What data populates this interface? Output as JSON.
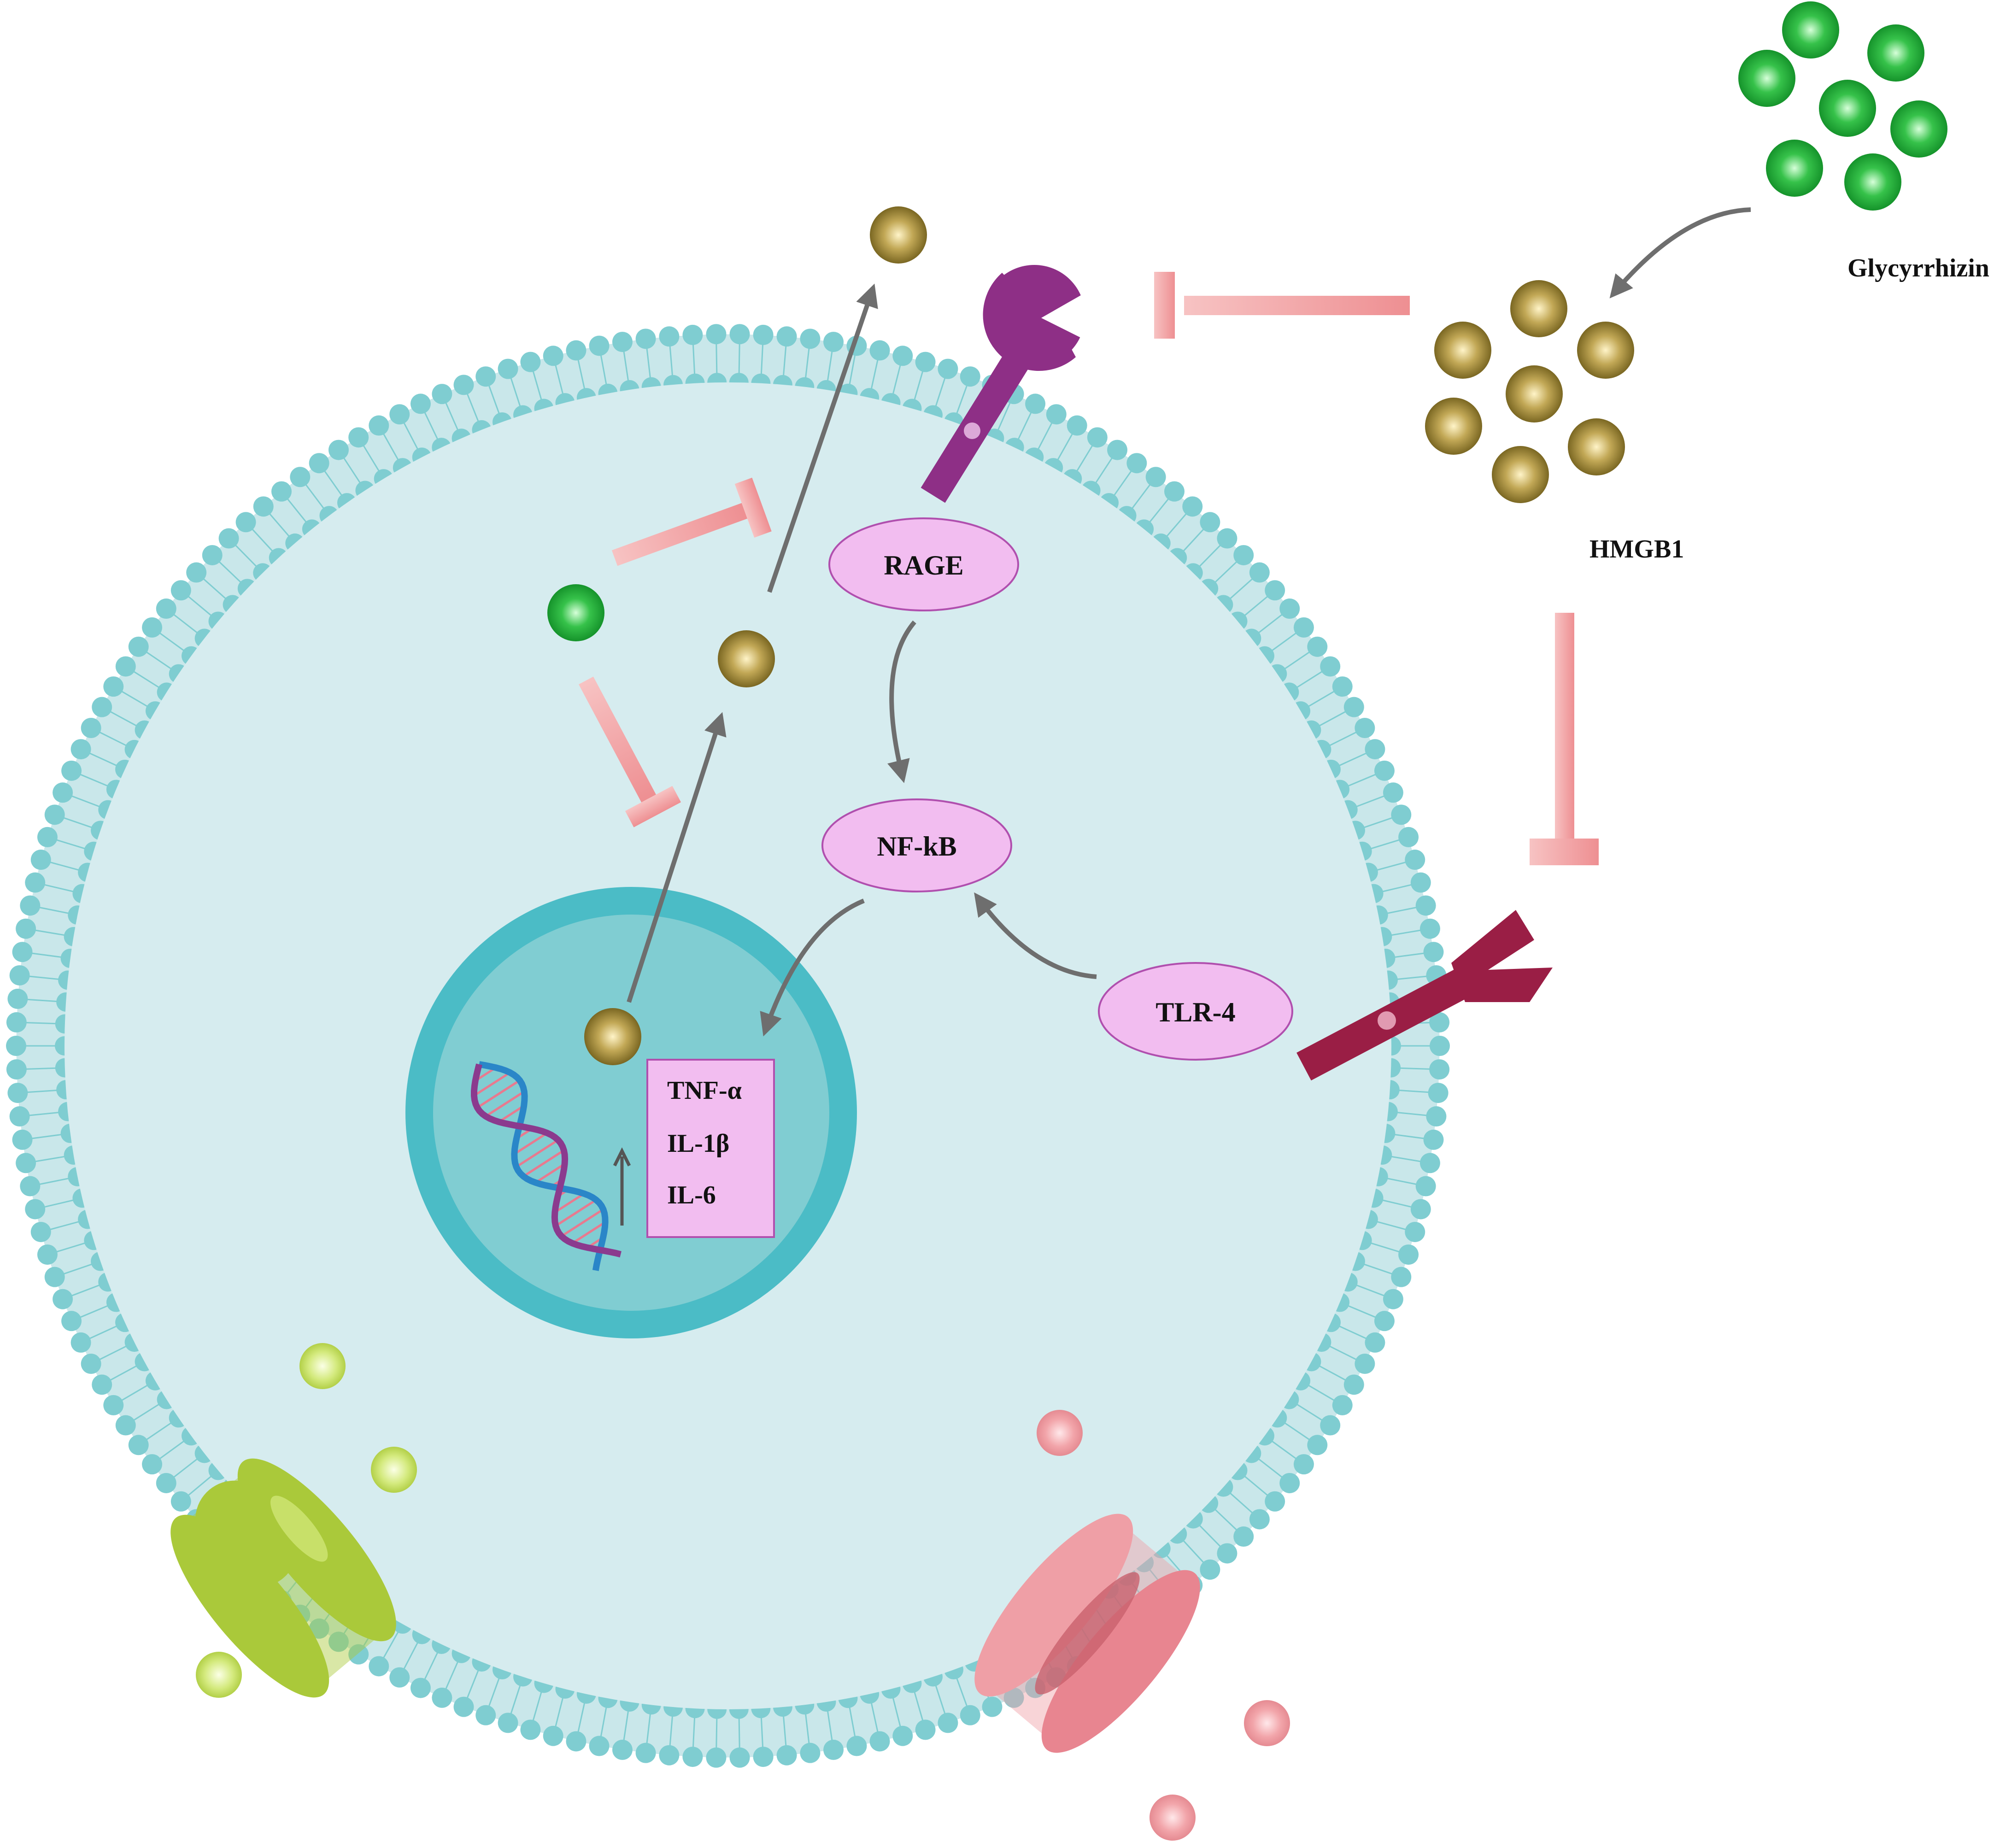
{
  "labels": {
    "glycyrrhizin": "Glycyrrhizin",
    "hmgb1": "HMGB1",
    "rage": "RAGE",
    "nfkb": "NF-kB",
    "tlr4": "TLR-4",
    "cytokines": [
      "TNF-α",
      "IL-1β",
      "IL-6"
    ]
  },
  "colors": {
    "membrane": "#7fcdd1",
    "cytoplasm": "#d6ecef",
    "nucleus": "#80cdd2",
    "nucleus_rim": "#4bbcc6",
    "oval_fill": "#f2bdf0",
    "oval_stroke": "#b04fae",
    "inhibit": "#f2a0a0",
    "arrow": "#6e6e6e",
    "hmgb1": "#8a7a2a",
    "glycyrrhizin": "#1fae3a",
    "rage_receptor": "#8e2f86",
    "tlr4_receptor": "#9a1e45",
    "green_channel": "#aac93a",
    "pink_channel": "#ef9fa6"
  },
  "icons": [
    "rage-receptor-icon",
    "tlr4-receptor-icon",
    "dna-icon",
    "green-channel-icon",
    "pink-channel-icon",
    "up-arrow-icon"
  ]
}
